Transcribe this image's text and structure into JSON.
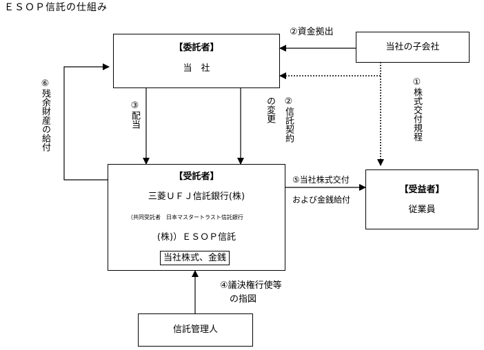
{
  "title": "ＥＳＯＰ信託の仕組み",
  "settlor": {
    "heading": "【委託者】",
    "name": "当　社"
  },
  "trustee": {
    "heading": "【受託者】",
    "bank": "三菱ＵＦＪ信託銀行(株)",
    "co_trustee": "（共同受託者　日本マスタートラスト信託銀行",
    "esop": "(株)）ＥＳＯＰ信託",
    "assets": "当社株式、金銭"
  },
  "beneficiary": {
    "heading": "【受益者】",
    "name": "従業員"
  },
  "subsidiary": {
    "name": "当社の子会社"
  },
  "administrator": {
    "name": "信託管理人"
  },
  "flows": {
    "f1": "①株式交付規程",
    "f2a": "②資金拠出",
    "f2b_line1": "②信託契約",
    "f2b_line2": "の変更",
    "f3": "③配当",
    "f4_line1": "④議決権行使等",
    "f4_line2": "の指図",
    "f5_line1": "⑤当社株式交付",
    "f5_line2": "および金銭給付",
    "f6": "⑥残余財産の給付"
  }
}
